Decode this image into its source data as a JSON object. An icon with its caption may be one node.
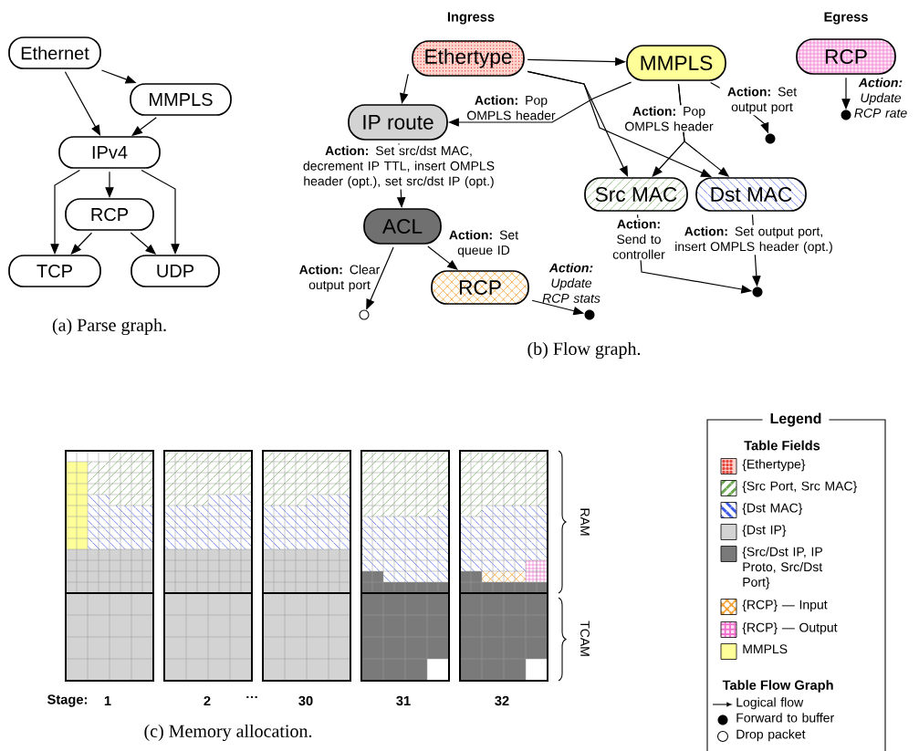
{
  "diagram": {
    "nodes": [
      {
        "text": [
          "Ethernet"
        ]
      },
      {
        "text": [
          "MMPLS"
        ]
      },
      {
        "text": [
          "IPv4"
        ]
      },
      {
        "text": [
          "RCP"
        ]
      },
      {
        "text": [
          "TCP"
        ]
      },
      {
        "text": [
          "UDP"
        ]
      },
      {
        "text": [
          "Ethertype"
        ]
      },
      {
        "text": [
          "MMPLS"
        ]
      },
      {
        "text": [
          "RCP"
        ]
      },
      {
        "text": [
          "IP route"
        ]
      },
      {
        "text": [
          "Src MAC"
        ]
      },
      {
        "text": [
          "Dst MAC"
        ]
      },
      {
        "text": [
          "ACL"
        ]
      },
      {
        "text": [
          "RCP"
        ]
      },
      {
        "text": [],
        "shape": "circle"
      },
      {
        "text": [],
        "shape": "dot"
      },
      {
        "text": [],
        "shape": "dot"
      },
      {
        "text": [],
        "shape": "dot"
      },
      {
        "text": [],
        "shape": "dot"
      }
    ],
    "edges": [
      {
        "from": 0,
        "to": 1,
        "arrow": "to"
      },
      {
        "from": 0,
        "to": 2,
        "arrow": "to"
      },
      {
        "from": 1,
        "to": 2,
        "arrow": "to"
      },
      {
        "from": 2,
        "to": 3,
        "arrow": "to"
      },
      {
        "from": 2,
        "to": 4,
        "arrow": "to"
      },
      {
        "from": 2,
        "to": 5,
        "arrow": "to"
      },
      {
        "from": 3,
        "to": 4,
        "arrow": "to"
      },
      {
        "from": 3,
        "to": 5,
        "arrow": "to"
      },
      {
        "from": 6,
        "to": 9,
        "arrow": "to"
      },
      {
        "from": 6,
        "to": 7,
        "arrow": "to"
      },
      {
        "from": 6,
        "to": 10,
        "arrow": "to"
      },
      {
        "from": 6,
        "to": 11,
        "arrow": "to"
      },
      {
        "from": 7,
        "to": 9,
        "arrow": "to",
        "label": "**Action:** Pop OMPLS header"
      },
      {
        "from": 7,
        "to": 10,
        "arrow": "to",
        "label": "**Action:** Pop OMPLS header"
      },
      {
        "from": 7,
        "to": 11,
        "arrow": "to"
      },
      {
        "from": 7,
        "to": 17,
        "arrow": "to",
        "label": "**Action:** Set output port"
      },
      {
        "from": 8,
        "to": 18,
        "arrow": "to",
        "label": "**Action:** Update RCP rate"
      },
      {
        "from": 9,
        "to": 12,
        "arrow": "to",
        "label": "**Action:** Set src/dst MAC, decrement IP TTL, insert OMPLS header (opt.), set src/dst IP (opt.)"
      },
      {
        "from": 12,
        "to": 14,
        "arrow": "to",
        "label": "**Action:** Clear output port"
      },
      {
        "from": 12,
        "to": 13,
        "arrow": "to",
        "label": "**Action:** Set queue ID"
      },
      {
        "from": 13,
        "to": 15,
        "arrow": "to",
        "label": "**Action:** Update RCP stats"
      },
      {
        "from": 10,
        "to": 16,
        "arrow": "to",
        "label": "**Action:** Send to controller"
      },
      {
        "from": 11,
        "to": 16,
        "arrow": "to",
        "label": "**Action:** Set output port, insert OMPLS header (opt.)"
      }
    ],
    "labels": [
      "Ingress",
      "Egress",
      "(a) Parse graph.",
      "(b) Flow graph.",
      "Stage:",
      "1",
      "2",
      "…",
      "30",
      "31",
      "32",
      "RAM",
      "TCAM",
      "(c) Memory allocation.",
      "Legend",
      "Table Fields",
      "Table Flow Graph"
    ],
    "legend": [
      {
        "text": "{Ethertype}",
        "color": "#e8453c"
      },
      {
        "text": "{Src Port, Src MAC}",
        "color": "#6aa84f"
      },
      {
        "text": "{Dst MAC}",
        "color": "#3d5ae8"
      },
      {
        "text": "{Dst IP}",
        "color": "#d3d3d3"
      },
      {
        "text": "{Src/Dst IP, IP Proto, Src/Dst Port}",
        "color": "#7a7a7a"
      },
      {
        "text": "{RCP} — Input",
        "color": "#f5a030"
      },
      {
        "text": "{RCP} — Output",
        "color": "#f06ecd"
      },
      {
        "text": "MMPLS",
        "color": "#ffff99"
      },
      {
        "text": "Logical flow"
      },
      {
        "text": "Forward to buffer"
      },
      {
        "text": "Drop packet"
      }
    ]
  }
}
